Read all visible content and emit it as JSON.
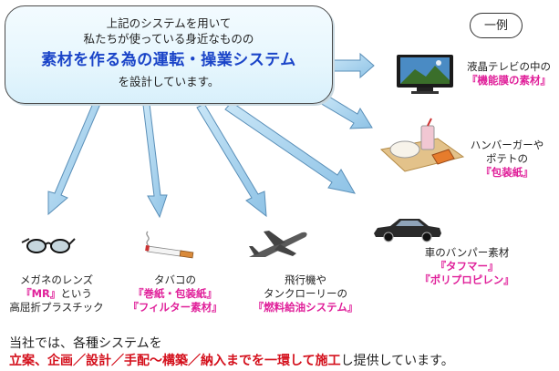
{
  "bubble": {
    "line1": "上記のシステムを用いて",
    "line2": "私たちが使っている身近なものの",
    "line3": "素材を作る為の運転・操業システム",
    "line4": "を設計しています。"
  },
  "example_label": "一例",
  "items": {
    "tv": {
      "line1": "液晶テレビの中の",
      "line2": "『機能膜の素材』",
      "icon": "lcd-tv-icon"
    },
    "burger": {
      "line1": "ハンバーガーや",
      "line2": "ポテトの",
      "line3": "『包装紙』",
      "icon": "burger-tray-icon"
    },
    "car": {
      "line1": "車のバンパー素材",
      "line2": "『タフマー』",
      "line3": "『ポリプロピレン』",
      "icon": "car-icon"
    },
    "plane": {
      "line1": "飛行機や",
      "line2": "タンクローリーの",
      "line3": "『燃料給油システム』",
      "icon": "airplane-icon"
    },
    "cigarette": {
      "line1": "タバコの",
      "line2": "『巻紙・包装紙』",
      "line3": "『フィルター素材』",
      "icon": "cigarette-icon"
    },
    "glasses": {
      "line1": "メガネのレンズ",
      "line2a": "『MR』",
      "line2b": "という",
      "line3": "高屈折プラスチック",
      "icon": "glasses-icon"
    }
  },
  "footer": {
    "line1": "当社では、各種システムを",
    "line2_red1": "立案、企画／設計／手配～構築／納入までを一環して施工",
    "line2_rest": "し提供しています。"
  },
  "colors": {
    "arrow_fill": "#a8d4ef",
    "arrow_stroke": "#5a8fb8",
    "title_blue": "#1a44c8",
    "pink": "#e0209a",
    "red": "#d4101c"
  }
}
